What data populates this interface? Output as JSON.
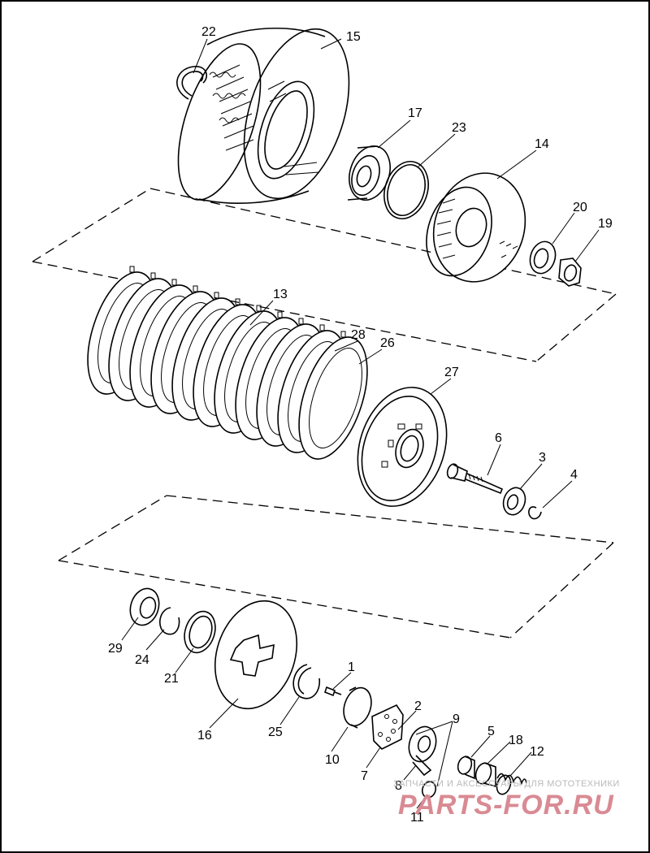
{
  "labels": {
    "l1": "1",
    "l2": "2",
    "l3": "3",
    "l4": "4",
    "l5": "5",
    "l6": "6",
    "l7": "7",
    "l8": "8",
    "l9": "9",
    "l10": "10",
    "l11": "11",
    "l12": "12",
    "l13": "13",
    "l14": "14",
    "l15": "15",
    "l16": "16",
    "l17": "17",
    "l18": "18",
    "l19": "19",
    "l20": "20",
    "l21": "21",
    "l22": "22",
    "l23": "23",
    "l24": "24",
    "l25": "25",
    "l26": "26",
    "l27": "27",
    "l28": "28",
    "l29": "29"
  },
  "watermark": {
    "tagline": "ЗАПЧАСТИ И АКСЕССУАРЫ ДЛЯ МОТОТЕХНИКИ",
    "brand": "PARTS-FOR.RU",
    "color": "#d98a93"
  }
}
